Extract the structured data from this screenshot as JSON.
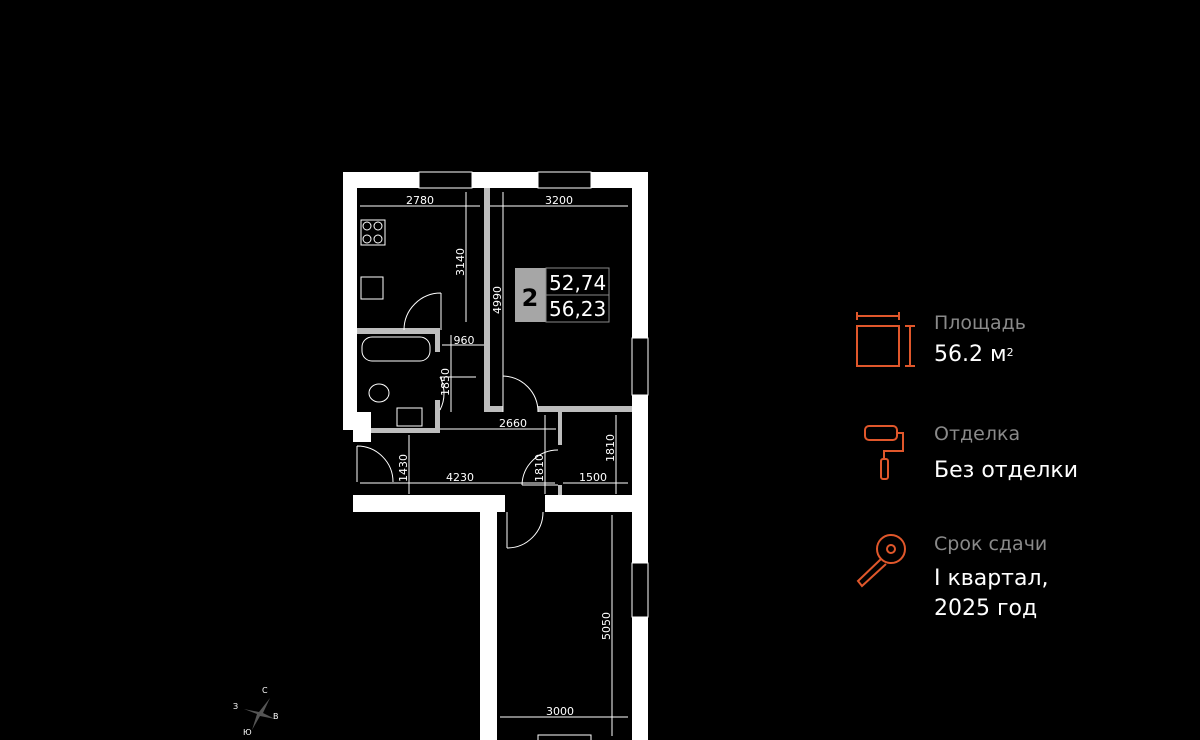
{
  "plan": {
    "rooms_count": "2",
    "living_area": "52,74",
    "total_area": "56,23",
    "dimensions": {
      "kitchen_width": "2780",
      "kitchen_length": "3140",
      "room1_width": "3200",
      "room1_length": "4990",
      "bath_width": "960",
      "bath_length": "1850",
      "corridor_width": "2660",
      "hall_length": "4230",
      "hall_width": "1430",
      "corridor_depth": "1810",
      "closet_width": "1500",
      "closet_depth": "1810",
      "room2_length": "5050",
      "room2_width": "3000"
    },
    "compass": {
      "north": "С",
      "west": "З",
      "east": "В",
      "south": "Ю"
    }
  },
  "info": {
    "area": {
      "label": "Площадь",
      "value": "56.2 м",
      "unit_sup": "2",
      "icon": "area-icon"
    },
    "finish": {
      "label": "Отделка",
      "value": "Без отделки",
      "icon": "paint-roller-icon"
    },
    "delivery": {
      "label": "Срок сдачи",
      "value_line1": "I квартал,",
      "value_line2": "2025 год",
      "icon": "key-icon"
    }
  },
  "colors": {
    "accent": "#e0572b",
    "muted": "#8a8a8a",
    "wall": "#ffffff",
    "badge": "#a6a6a6"
  }
}
